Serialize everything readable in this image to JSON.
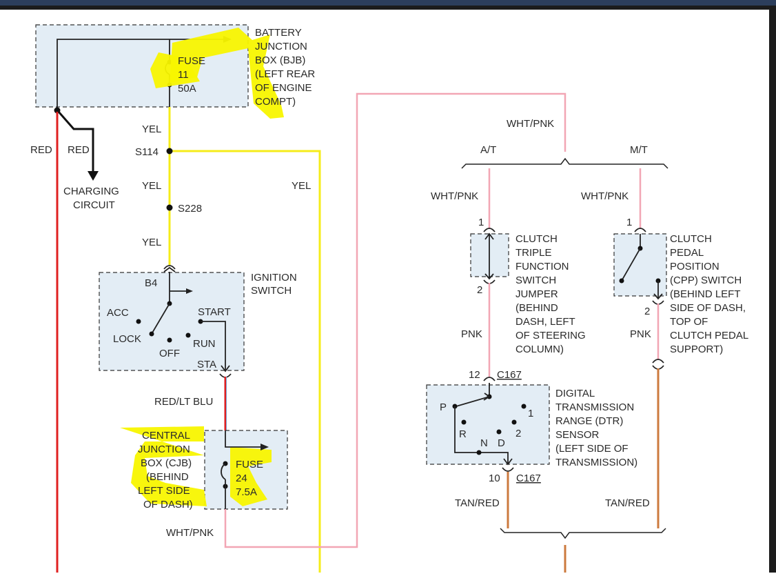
{
  "colors": {
    "frame_top": "#2c3e5c",
    "red_wire": "#e02020",
    "yellow_wire": "#f5ec1a",
    "pink_wire": "#f2a6b4",
    "tan_wire": "#cc7a3e",
    "highlight": "#f8f500",
    "box_fill": "#e3edf5"
  },
  "labels": {
    "bjb_l1": "BATTERY",
    "bjb_l2": "JUNCTION",
    "bjb_l3": "BOX (BJB)",
    "bjb_l4": "(LEFT REAR",
    "bjb_l5": "OF ENGINE",
    "bjb_l6": "COMPT)",
    "fuse11_l1": "FUSE",
    "fuse11_l2": "11",
    "fuse11_l3": "50A",
    "yel_1": "YEL",
    "s114": "S114",
    "yel_2": "YEL",
    "s228": "S228",
    "yel_3": "YEL",
    "yel_right": "YEL",
    "red_left": "RED",
    "red_right": "RED",
    "charging_l1": "CHARGING",
    "charging_l2": "CIRCUIT",
    "ign_l1": "IGNITION",
    "ign_l2": "SWITCH",
    "b4": "B4",
    "acc": "ACC",
    "lock": "LOCK",
    "off": "OFF",
    "run": "RUN",
    "start": "START",
    "sta": "STA",
    "red_lt_blu": "RED/LT BLU",
    "cjb_l1": "CENTRAL",
    "cjb_l2": "JUNCTION",
    "cjb_l3": "BOX (CJB)",
    "cjb_l4": "(BEHIND",
    "cjb_l5": "LEFT SIDE",
    "cjb_l6": "OF DASH)",
    "fuse24_l1": "FUSE",
    "fuse24_l2": "24",
    "fuse24_l3": "7.5A",
    "wht_pnk_bottom": "WHT/PNK",
    "wht_pnk_top": "WHT/PNK",
    "at": "A/T",
    "mt": "M/T",
    "wht_pnk_at": "WHT/PNK",
    "wht_pnk_mt": "WHT/PNK",
    "pin1_a": "1",
    "pin2_a": "2",
    "pin1_b": "1",
    "pin2_b": "2",
    "jumper_l1": "CLUTCH",
    "jumper_l2": "TRIPLE",
    "jumper_l3": "FUNCTION",
    "jumper_l4": "SWITCH",
    "jumper_l5": "JUMPER",
    "jumper_l6": "(BEHIND",
    "jumper_l7": "DASH, LEFT",
    "jumper_l8": "OF STEERING",
    "jumper_l9": "COLUMN)",
    "cpp_l1": "CLUTCH",
    "cpp_l2": "PEDAL",
    "cpp_l3": "POSITION",
    "cpp_l4": "(CPP) SWITCH",
    "cpp_l5": "(BEHIND LEFT",
    "cpp_l6": "SIDE OF DASH,",
    "cpp_l7": "TOP OF",
    "cpp_l8": "CLUTCH PEDAL",
    "cpp_l9": "SUPPORT)",
    "pnk_a": "PNK",
    "pnk_b": "PNK",
    "pin12": "12",
    "c167_top": "C167",
    "pin10": "10",
    "c167_bottom": "C167",
    "dtr_l1": "DIGITAL",
    "dtr_l2": "TRANSMISSION",
    "dtr_l3": "RANGE (DTR)",
    "dtr_l4": "SENSOR",
    "dtr_l5": "(LEFT SIDE OF",
    "dtr_l6": "TRANSMISSION)",
    "dtr_p": "P",
    "dtr_r": "R",
    "dtr_n": "N",
    "dtr_d": "D",
    "dtr_2": "2",
    "dtr_1": "1",
    "tan_red_a": "TAN/RED",
    "tan_red_b": "TAN/RED"
  }
}
